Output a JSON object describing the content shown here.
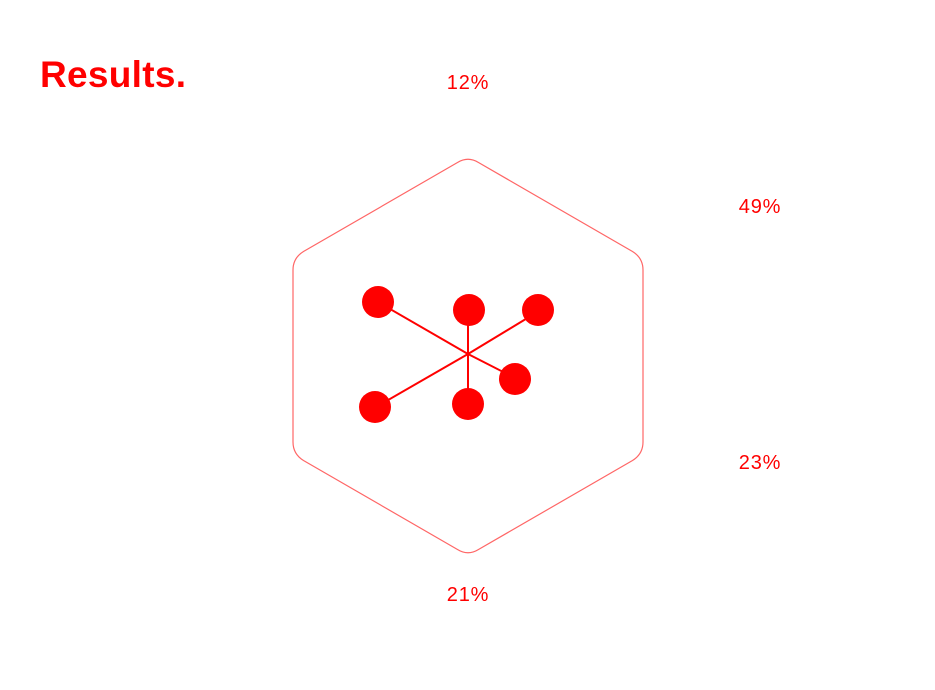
{
  "page": {
    "title": "Results."
  },
  "colors": {
    "accent": "#ff0000",
    "frame": "#ff6666"
  },
  "chart_data": {
    "type": "radar",
    "frame": "hexagon",
    "labels_shown": [
      "12%",
      "49%",
      "23%",
      "21%"
    ],
    "series": [
      {
        "values": [
          12,
          49,
          23,
          21
        ]
      }
    ]
  }
}
